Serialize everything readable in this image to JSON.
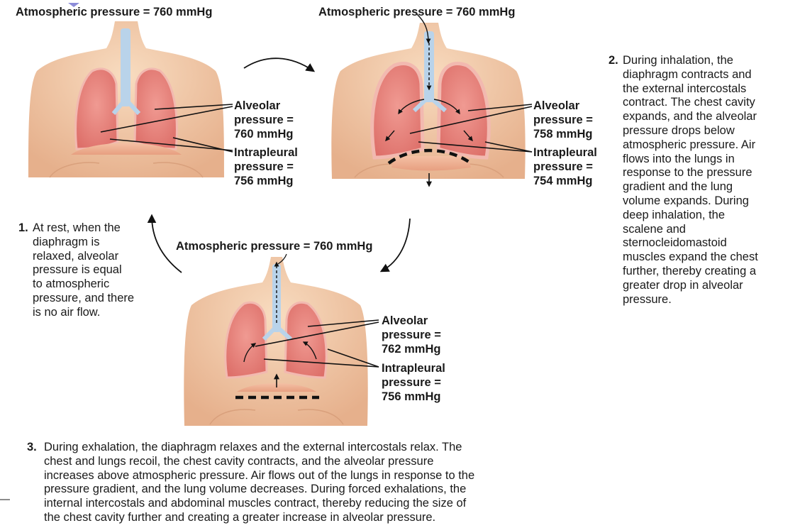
{
  "panel_rest": {
    "atmospheric": "Atmospheric pressure = 760 mmHg",
    "alveolar": [
      "Alveolar",
      "pressure =",
      "760 mmHg"
    ],
    "intrapleural": [
      "Intrapleural",
      "pressure =",
      "756 mmHg"
    ]
  },
  "panel_inhale": {
    "atmospheric": "Atmospheric pressure = 760 mmHg",
    "alveolar": [
      "Alveolar",
      "pressure =",
      "758 mmHg"
    ],
    "intrapleural": [
      "Intrapleural",
      "pressure =",
      "754 mmHg"
    ]
  },
  "panel_exhale": {
    "atmospheric": "Atmospheric pressure = 760 mmHg",
    "alveolar": [
      "Alveolar",
      "pressure =",
      "762 mmHg"
    ],
    "intrapleural": [
      "Intrapleural",
      "pressure =",
      "756 mmHg"
    ]
  },
  "steps": [
    {
      "number": "1.",
      "text": "At rest, when the\ndiaphragm is\nrelaxed, alveolar\npressure is equal\nto atmospheric\npressure, and there\nis no air flow."
    },
    {
      "number": "2.",
      "text": "During inhalation, the\ndiaphragm contracts and\nthe external intercostals\ncontract. The chest cavity\nexpands, and the alveolar\npressure drops below\natmospheric pressure. Air\nflows into the lungs in\nresponse to the pressure\ngradient and the lung\nvolume expands. During\ndeep inhalation, the\nscalene and\nsternocleidomastoid\nmuscles expand the chest\nfurther, thereby creating a\ngreater drop in alveolar\npressure."
    },
    {
      "number": "3.",
      "text": "During exhalation, the diaphragm relaxes and the external intercostals relax. The\nchest and lungs recoil, the chest cavity contracts, and the alveolar pressure\nincreases above atmospheric pressure. Air flows out of the lungs in response to the\npressure gradient, and the lung volume decreases. During forced exhalations, the\ninternal intercostals and abdominal muscles contract, thereby reducing the size of\nthe chest cavity further and creating a greater increase in alveolar pressure."
    }
  ],
  "colors": {
    "skin": "#f3d0b0",
    "skin_shade": "#e2ab86",
    "lung": "#eb8c86",
    "lung_edge": "#d9635e",
    "pleura": "#f6c9c0",
    "trachea": "#b9d3ea",
    "diaphragm": "#f2b49a",
    "leader": "#111111"
  }
}
